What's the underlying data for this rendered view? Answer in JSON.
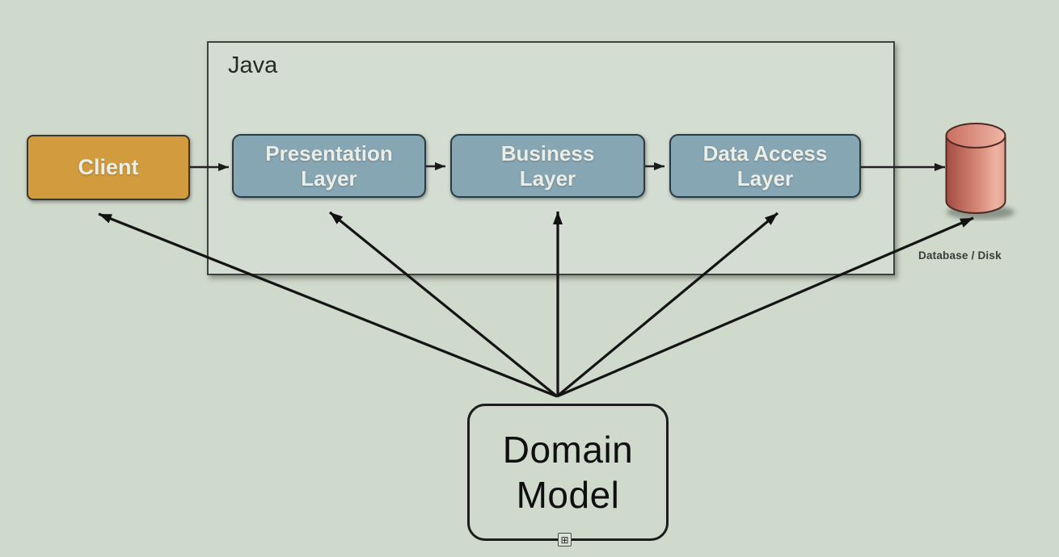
{
  "diagram": {
    "group": {
      "label": "Java"
    },
    "nodes": [
      {
        "id": "client",
        "label": "Client",
        "shape": "rounded-rect",
        "fill": "#d29c3e"
      },
      {
        "id": "presentation-layer",
        "label": "Presentation\nLayer",
        "shape": "rounded-rect",
        "fill": "#87a6b4"
      },
      {
        "id": "business-layer",
        "label": "Business\nLayer",
        "shape": "rounded-rect",
        "fill": "#87a6b4"
      },
      {
        "id": "data-access-layer",
        "label": "Data Access\nLayer",
        "shape": "rounded-rect",
        "fill": "#87a6b4"
      },
      {
        "id": "domain-model",
        "label": "Domain\nModel",
        "shape": "rounded-rect",
        "fill": "none"
      },
      {
        "id": "database",
        "label": "Database / Disk",
        "shape": "cylinder",
        "fill": "gradient #a34b42 to #efb3a2"
      }
    ],
    "edges": [
      {
        "from": "client",
        "to": "presentation-layer",
        "type": "flow-arrow"
      },
      {
        "from": "presentation-layer",
        "to": "business-layer",
        "type": "flow-arrow"
      },
      {
        "from": "business-layer",
        "to": "data-access-layer",
        "type": "flow-arrow"
      },
      {
        "from": "data-access-layer",
        "to": "database",
        "type": "flow-arrow"
      },
      {
        "from": "domain-model",
        "to": "client",
        "type": "dependency-arrow"
      },
      {
        "from": "domain-model",
        "to": "presentation-layer",
        "type": "dependency-arrow"
      },
      {
        "from": "domain-model",
        "to": "business-layer",
        "type": "dependency-arrow"
      },
      {
        "from": "domain-model",
        "to": "data-access-layer",
        "type": "dependency-arrow"
      },
      {
        "from": "domain-model",
        "to": "database",
        "type": "dependency-arrow"
      }
    ]
  },
  "colors": {
    "background": "#cfd9cc",
    "group_fill": "#d3ddd1",
    "group_border": "#3d423d",
    "layer_fill": "#87a6b4",
    "layer_border": "#2c3b43",
    "client_fill": "#d29c3e",
    "client_border": "#3f3627",
    "node_text": "#ebeee6",
    "arrow": "#151515",
    "domain_border": "#1c1c1c",
    "domain_text": "#0f0f0f",
    "label_text": "#383d38",
    "cylinder_dark": "#a34b42",
    "cylinder_light": "#efb3a2"
  }
}
